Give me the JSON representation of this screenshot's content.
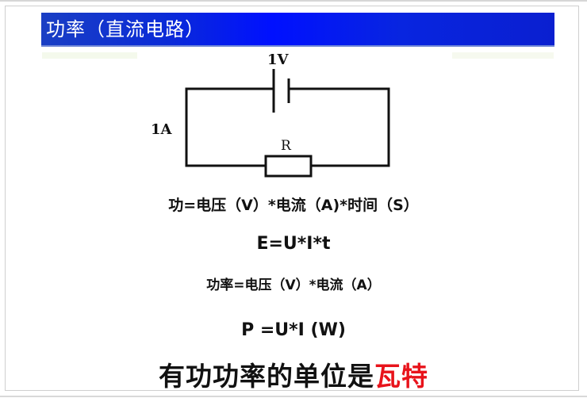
{
  "slide": {
    "title": "功率（直流电路）",
    "circuit": {
      "voltage_label": "1V",
      "current_label": "1A",
      "resistor_label": "R"
    },
    "formulas": [
      "功=电压（V）*电流（A)*时间（S）",
      "E=U*I*t",
      "功率=电压（V）*电流（A）",
      "P =U*I (W)"
    ],
    "conclusion": {
      "text": "有功功率的单位是",
      "highlight": "瓦特",
      "highlight_color": "#e8131b"
    },
    "colors": {
      "title_bar": "#0010ff",
      "title_text": "#ffffff"
    }
  }
}
